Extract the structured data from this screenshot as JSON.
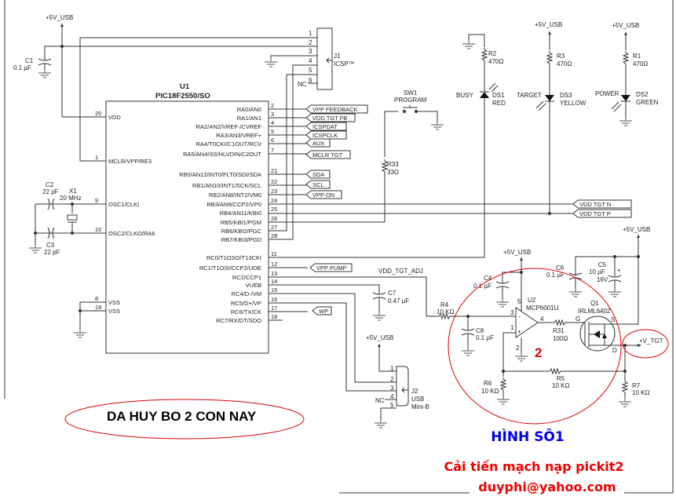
{
  "colors": {
    "wire": "#333333",
    "annotation": "#e00000",
    "title": "#0000ee"
  },
  "power": {
    "v5": "+5V_USB",
    "vtgt": "+V_TGT"
  },
  "u1": {
    "ref": "U1",
    "part": "PIC18F2550/SO",
    "left_pins": [
      {
        "num": "20",
        "name": "VDD"
      },
      {
        "num": "1",
        "name": "MCLR/VPP/RE3"
      },
      {
        "num": "9",
        "name": "OSC1/CLKI"
      },
      {
        "num": "10",
        "name": "OSC2/CLKO/RA6"
      },
      {
        "num": "8",
        "name": "VSS"
      },
      {
        "num": "19",
        "name": "VSS"
      }
    ],
    "right_pins": [
      {
        "num": "2",
        "name": "RA0/AN0"
      },
      {
        "num": "3",
        "name": "RA1/AN1"
      },
      {
        "num": "4",
        "name": "RA2/AN2/VREF-/CVREF"
      },
      {
        "num": "5",
        "name": "RA3/AN3/VREF+"
      },
      {
        "num": "6",
        "name": "RA4/T0CKI/C1OUT/RCV"
      },
      {
        "num": "7",
        "name": "RA5/AN4/SS/HLVDIN/C2OUT"
      },
      {
        "num": "21",
        "name": "RB0/AN12/INT0/FLT0/SDI/SDA"
      },
      {
        "num": "22",
        "name": "RB1/AN10/INT1/SCK/SCL"
      },
      {
        "num": "23",
        "name": "RB2/AN8/INT2/VM0"
      },
      {
        "num": "24",
        "name": "RB3/AN9/CCP2/VP0"
      },
      {
        "num": "25",
        "name": "RB4/AN11/KBI0"
      },
      {
        "num": "26",
        "name": "RB5/KBI1/PGM"
      },
      {
        "num": "27",
        "name": "RB6/KBI2/PGC"
      },
      {
        "num": "28",
        "name": "RB7/KBI3/PGD"
      },
      {
        "num": "11",
        "name": "RC0/T1OSO/T13CKI"
      },
      {
        "num": "12",
        "name": "RC1/T1OSI/CCP2/UOE"
      },
      {
        "num": "13",
        "name": "RC2/CCP1"
      },
      {
        "num": "14",
        "name": "VUEB"
      },
      {
        "num": "15",
        "name": "RC4/D-/VM"
      },
      {
        "num": "16",
        "name": "RC5/D+/VP"
      },
      {
        "num": "17",
        "name": "RC6/TX/CK"
      },
      {
        "num": "18",
        "name": "RC7/RX/DT/SDO"
      }
    ]
  },
  "net_labels": [
    "VPP FEEDBACK",
    "VDD TGT FB",
    "ICSPDAT",
    "ICSPCLK",
    "AUX",
    "MCLR TGT",
    "SDA",
    "SCL",
    "VPP ON",
    "VDD TGT N",
    "VDD TGT P",
    "VPP PUMP",
    "WP",
    "VDD_TGT_ADJ"
  ],
  "j1": {
    "ref": "J1",
    "name": "ICSP™",
    "pins": [
      "1",
      "2",
      "3",
      "4",
      "5",
      "6"
    ],
    "nc": "NC"
  },
  "j2": {
    "ref": "J2",
    "name": "USB",
    "type": "Mini-B",
    "pins": [
      "1",
      "2",
      "3",
      "4",
      "5"
    ],
    "nc": "NC"
  },
  "components": {
    "c1": {
      "ref": "C1",
      "value": "0.1 µF"
    },
    "c2": {
      "ref": "C2",
      "value": "22 pF"
    },
    "c3": {
      "ref": "C3",
      "value": "22 pF"
    },
    "x1": {
      "ref": "X1",
      "value": "20 MHz"
    },
    "sw1": {
      "ref": "SW1",
      "value": "PROGRAM"
    },
    "r33": {
      "ref": "R33",
      "value": "33Ω"
    },
    "r2": {
      "ref": "R2",
      "value": "470Ω"
    },
    "r3": {
      "ref": "R3",
      "value": "470Ω"
    },
    "r1": {
      "ref": "R1",
      "value": "470Ω"
    },
    "ds1": {
      "ref": "DS1",
      "color": "RED",
      "label": "BUSY"
    },
    "ds3": {
      "ref": "DS3",
      "color": "YELLOW",
      "label": "TARGET"
    },
    "ds2": {
      "ref": "DS2",
      "color": "GREEN",
      "label": "POWER"
    },
    "c7": {
      "ref": "C7",
      "value": "0.47 µF"
    },
    "r4": {
      "ref": "R4",
      "value": "10 KΩ"
    },
    "c8": {
      "ref": "C8",
      "value": "0.1 µF"
    },
    "c4": {
      "ref": "C4",
      "value": "0.1 µF"
    },
    "c6": {
      "ref": "C6",
      "value": "0.1 µF"
    },
    "c5": {
      "ref": "C5",
      "value": "10 µF",
      "voltage": "16V"
    },
    "u2": {
      "ref": "U2",
      "part": "MCP6001U",
      "pins": {
        "p5": "5",
        "p3": "3",
        "p1": "1",
        "p4": "4",
        "p2": "2"
      }
    },
    "r31": {
      "ref": "R31",
      "value": "100Ω"
    },
    "q1": {
      "ref": "Q1",
      "part": "IRLML6402",
      "g": "G",
      "s": "S",
      "d": "D"
    },
    "r5": {
      "ref": "R5",
      "value": "10 KΩ"
    },
    "r6": {
      "ref": "R6",
      "value": "10 KΩ"
    },
    "r7": {
      "ref": "R7",
      "value": "10 KΩ"
    }
  },
  "annotations": {
    "marker": "2",
    "removed_note": "DA HUY BO 2 CON NAY",
    "figure": "HÌNH SÔ1",
    "subtitle": "Cải tiến mạch nạp pickit2",
    "email": "duyphi@yahoo.com"
  }
}
